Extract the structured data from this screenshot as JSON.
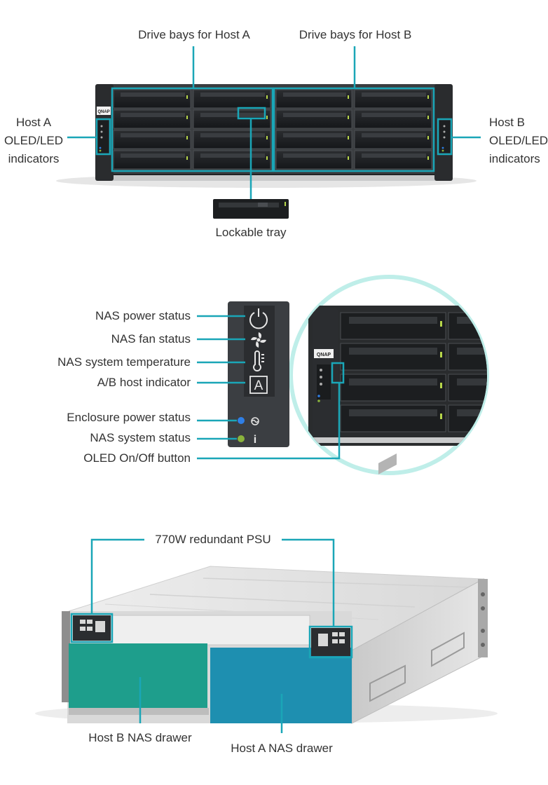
{
  "section1": {
    "drive_bays_host_a": "Drive bays for Host A",
    "drive_bays_host_b": "Drive bays for Host B",
    "host_a_indicators": [
      "Host A",
      "OLED/LED",
      "indicators"
    ],
    "host_b_indicators": [
      "Host B",
      "OLED/LED",
      "indicators"
    ],
    "lockable_tray": "Lockable tray",
    "brand_logo": "QNAP"
  },
  "section2": {
    "labels": [
      "NAS power status",
      "NAS fan status",
      "NAS system temperature",
      "A/B host indicator",
      "Enclosure power status",
      "NAS system status",
      "OLED On/Off button"
    ],
    "host_letter": "A",
    "info_glyph": "i",
    "brand_logo": "QNAP"
  },
  "section3": {
    "psu": "770W redundant PSU",
    "host_b_drawer": "Host B NAS drawer",
    "host_a_drawer": "Host A NAS drawer"
  },
  "colors": {
    "accent": "#1aa6b7",
    "chassis": "#2a2c2e",
    "tray": "#1e2022",
    "drawer_b": "#1e9e8c",
    "drawer_a": "#1e8fb0",
    "led_blue": "#2f7fe6",
    "led_green": "#8ab33c",
    "zoom_ring": "#bfeee9"
  },
  "icons": [
    "power-icon",
    "fan-icon",
    "thermometer-icon",
    "info-icon"
  ]
}
